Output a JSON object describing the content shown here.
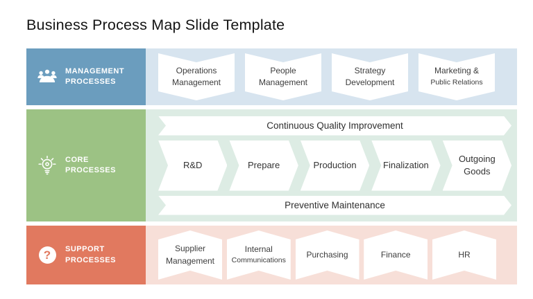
{
  "title": "Business Process Map Slide Template",
  "colors": {
    "management_header": "#6B9DBE",
    "management_row_bg": "#D7E4EF",
    "core_header": "#9CC284",
    "core_row_bg": "#DDECE4",
    "support_header": "#E1795F",
    "support_row_bg": "#F7DFD8",
    "shape_fill": "#FFFFFF",
    "title_text": "#141414"
  },
  "management": {
    "label_line1": "MANAGEMENT",
    "label_line2": "PROCESSES",
    "icon": "meeting-people-icon",
    "items": [
      {
        "line1": "Operations",
        "line2": "Management"
      },
      {
        "line1": "People",
        "line2": "Management"
      },
      {
        "line1": "Strategy",
        "line2": "Development"
      },
      {
        "line1": "Marketing &",
        "line2": "Public Relations"
      }
    ]
  },
  "core": {
    "label_line1": "CORE",
    "label_line2": "PROCESSES",
    "icon": "lightbulb-icon",
    "top_bar": "Continuous Quality Improvement",
    "arrows": [
      "R&D",
      "Prepare",
      "Production",
      "Finalization",
      "Outgoing Goods"
    ],
    "bottom_bar": "Preventive Maintenance"
  },
  "support": {
    "label_line1": "SUPPORT",
    "label_line2": "PROCESSES",
    "icon": "question-mark-icon",
    "icon_glyph": "?",
    "items": [
      {
        "line1": "Supplier",
        "line2": "Management"
      },
      {
        "line1": "Internal",
        "line2": "Communications"
      },
      {
        "line1": "Purchasing"
      },
      {
        "line1": "Finance"
      },
      {
        "line1": "HR"
      }
    ]
  }
}
